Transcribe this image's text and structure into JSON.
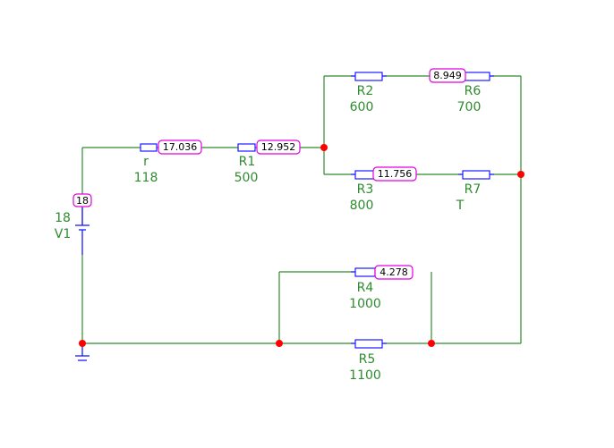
{
  "colors": {
    "wire": "#2e8b2e",
    "component": "#1a1aff",
    "node": "#ff0000",
    "label": "#2e8b2e",
    "probe_border": "#e000e0",
    "probe_text": "#000000"
  },
  "source": {
    "name": "V1",
    "value": "18",
    "probe": "18"
  },
  "resistors": {
    "r": {
      "name": "r",
      "value": "118",
      "probe": "17.036"
    },
    "R1": {
      "name": "R1",
      "value": "500",
      "probe": "12.952"
    },
    "R2": {
      "name": "R2",
      "value": "600"
    },
    "R6": {
      "name": "R6",
      "value": "700",
      "probe": "8.949"
    },
    "R3": {
      "name": "R3",
      "value": "800",
      "probe": "11.756"
    },
    "R7": {
      "name": "R7",
      "value": "T"
    },
    "R4": {
      "name": "R4",
      "value": "1000",
      "probe": "4.278"
    },
    "R5": {
      "name": "R5",
      "value": "1100"
    }
  }
}
